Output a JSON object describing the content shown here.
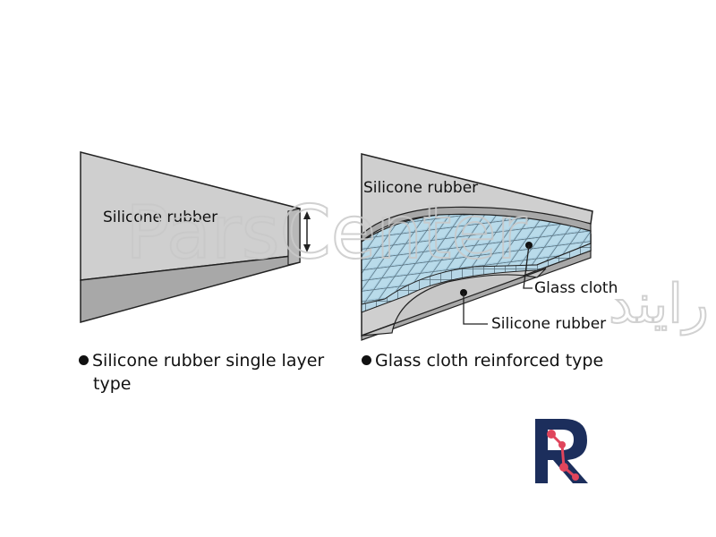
{
  "colors": {
    "rubber_top": "#cfcfcf",
    "rubber_side": "#a8a8a8",
    "glass_cloth": "#a9cfe2",
    "glass_grid": "#58707d",
    "outline": "#222222",
    "watermark": "#c9c9c9",
    "logo_navy": "#1c2e5c",
    "logo_red": "#e0455c"
  },
  "left_diagram": {
    "label": "Silicone rubber",
    "caption_line1": "Silicone rubber single layer",
    "caption_line2": "type"
  },
  "right_diagram": {
    "label_top": "Silicone rubber",
    "label_glass": "Glass cloth",
    "label_bottom": "Silicone rubber",
    "caption": "Glass cloth reinforced type"
  },
  "watermark": {
    "latin": "ParsCenter",
    "persian": "فناور پژوهه رایند"
  },
  "logo": {
    "letter": "R"
  }
}
